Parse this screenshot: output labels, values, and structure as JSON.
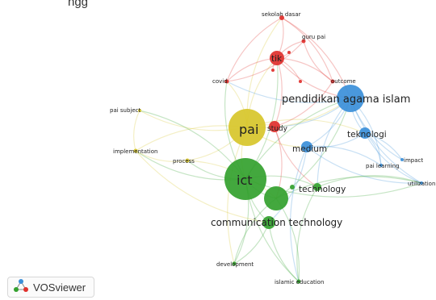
{
  "header": {
    "partial_text": "ngg"
  },
  "brand": {
    "name": "VOSviewer",
    "icon": "vosviewer-logo-icon"
  },
  "colors": {
    "red": "#e0302c",
    "green": "#33a12e",
    "blue": "#3b8fd9",
    "yellow": "#d7c62a"
  },
  "nodes": [
    {
      "id": "sekolah-dasar",
      "label": "sekolah dasar",
      "cluster": "red"
    },
    {
      "id": "guru-pai",
      "label": "guru pai",
      "cluster": "red"
    },
    {
      "id": "tik",
      "label": "tik",
      "cluster": "red"
    },
    {
      "id": "covid",
      "label": "covid",
      "cluster": "red"
    },
    {
      "id": "outcome",
      "label": "outcome",
      "cluster": "red"
    },
    {
      "id": "study",
      "label": "study",
      "cluster": "red"
    },
    {
      "id": "pendidikan-agama-islam",
      "label": "pendidikan agama islam",
      "cluster": "blue"
    },
    {
      "id": "teknologi",
      "label": "teknologi",
      "cluster": "blue"
    },
    {
      "id": "medium",
      "label": "medium",
      "cluster": "blue"
    },
    {
      "id": "impact",
      "label": "impact",
      "cluster": "blue"
    },
    {
      "id": "pai-learning",
      "label": "pai learning",
      "cluster": "blue"
    },
    {
      "id": "utilization",
      "label": "utilization",
      "cluster": "blue"
    },
    {
      "id": "pai",
      "label": "pai",
      "cluster": "yellow"
    },
    {
      "id": "pai-subject",
      "label": "pai subject",
      "cluster": "yellow"
    },
    {
      "id": "implementation",
      "label": "implementation",
      "cluster": "yellow"
    },
    {
      "id": "process",
      "label": "process",
      "cluster": "yellow"
    },
    {
      "id": "ict",
      "label": "ict",
      "cluster": "green"
    },
    {
      "id": "technology",
      "label": "technology",
      "cluster": "green"
    },
    {
      "id": "communication-technology",
      "label": "communication technology",
      "cluster": "green"
    },
    {
      "id": "development",
      "label": "development",
      "cluster": "green"
    },
    {
      "id": "islamic-education",
      "label": "islamic education",
      "cluster": "green"
    }
  ]
}
